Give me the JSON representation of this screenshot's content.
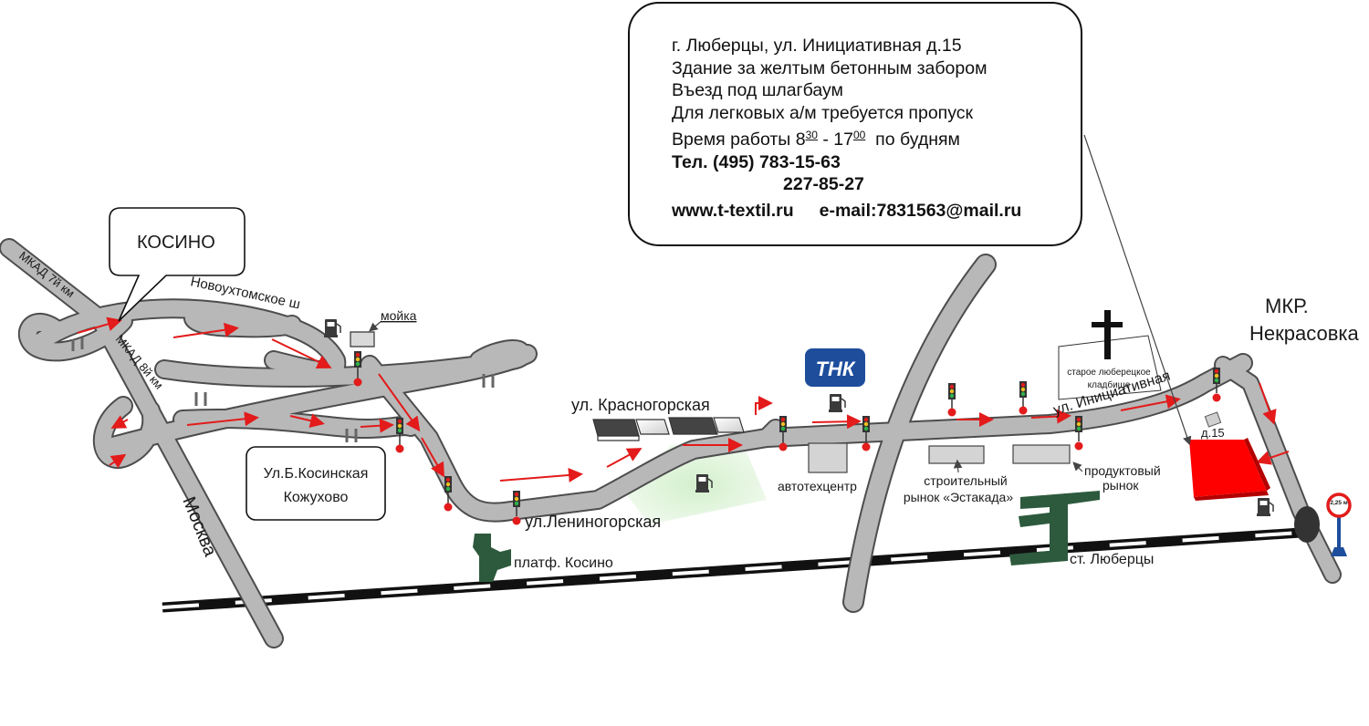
{
  "info": {
    "address": "г. Люберцы, ул. Инициативная д.15",
    "building": "Здание за желтым бетонным забором",
    "entry": "Въезд под шлагбаум",
    "pass": "Для легковых а/м требуется пропуск",
    "hours_prefix": "Время работы 8",
    "hours_start_min": "30",
    "hours_mid": " - 17",
    "hours_end_min": "00",
    "hours_suffix": "  по будням",
    "phone_label": "Тел. (495) 783-15-63",
    "phone2": "227-85-27",
    "website": "www.t-textil.ru",
    "email": "e-mail:7831563@mail.ru"
  },
  "labels": {
    "kosino": "КОСИНО",
    "mkad7": "МКАД 7й км",
    "mkad8": "МКАД 8й км",
    "novoukhtomskoe": "Новоухтомское ш",
    "moika": "мойка",
    "kosinskaya_1": "Ул.Б.Косинская",
    "kosinskaya_2": "Кожухово",
    "moskva": "Москва",
    "krasnogorskaya": "ул. Красногорская",
    "leninogorskaya": "ул.Лениногорская",
    "platf_kosino": "платф. Косино",
    "avtotekhcentr": "автотехцентр",
    "stroitelny_1": "строительный",
    "stroitelny_2": "рынок «Эстакада»",
    "produktovy_1": "продуктовый",
    "produktovy_2": "рынок",
    "st_lyubertsy": "ст. Люберцы",
    "initsiativnaya": "ул. Инициативная",
    "mkr_1": "МКР.",
    "mkr_2": "Некрасовка",
    "kladbishche_1": "старое люберецкое",
    "kladbishche_2": "кладбище",
    "d15": "д.15",
    "height_limit": "2,25 м",
    "logo_text": "ТНК"
  },
  "colors": {
    "road_fill": "#b8b8b8",
    "road_edge": "#4d4d4d",
    "arrow": "#e31b1b",
    "target_building": "#ff0000",
    "railway": "#111111",
    "station": "#2d5a3d",
    "logo_blue": "#1e4d9c",
    "gas_zone": "#cfeec7"
  },
  "icons": [
    "fuel-pump-icon",
    "traffic-light-icon",
    "church-cross-icon",
    "tnk-logo-icon",
    "height-limit-sign-icon"
  ]
}
